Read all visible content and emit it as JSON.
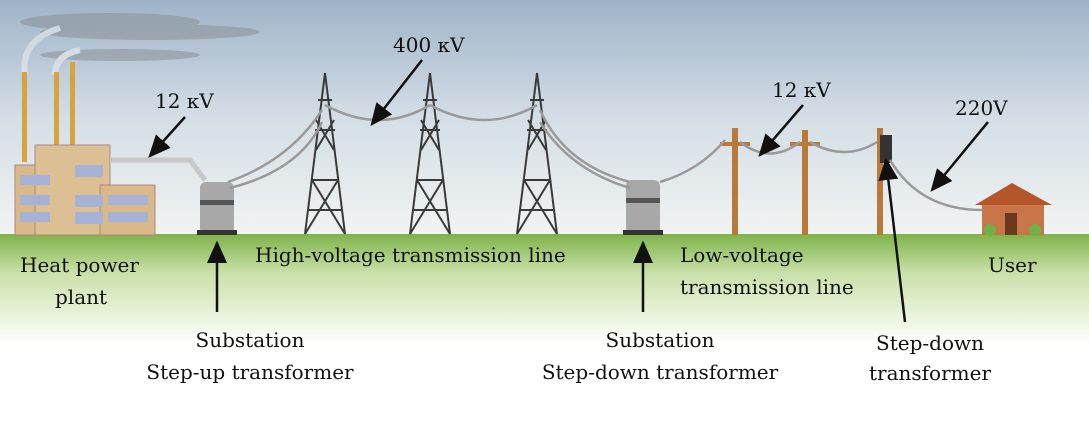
{
  "title": "Electric power transmission from plant to user",
  "colors": {
    "sky_top": "#9fb3c8",
    "sky_bottom": "#eef2f4",
    "ground": "#8fbf5a",
    "pole": "#b8793a",
    "factory": "#d9b98a"
  },
  "voltages": {
    "generator": "12 кV",
    "high_voltage": "400 кV",
    "low_voltage": "12 кV",
    "household": "220V"
  },
  "labels": {
    "plant": [
      "Heat power",
      "plant"
    ],
    "hv_line": "High-voltage transmission line",
    "lv_line": [
      "Low-voltage",
      "transmission line"
    ],
    "user": "User",
    "step_up": [
      "Substation",
      "Step-up transformer"
    ],
    "step_down_substation": [
      "Substation",
      "Step-down transformer"
    ],
    "step_down_pole": [
      "Step-down",
      "transformer"
    ]
  }
}
